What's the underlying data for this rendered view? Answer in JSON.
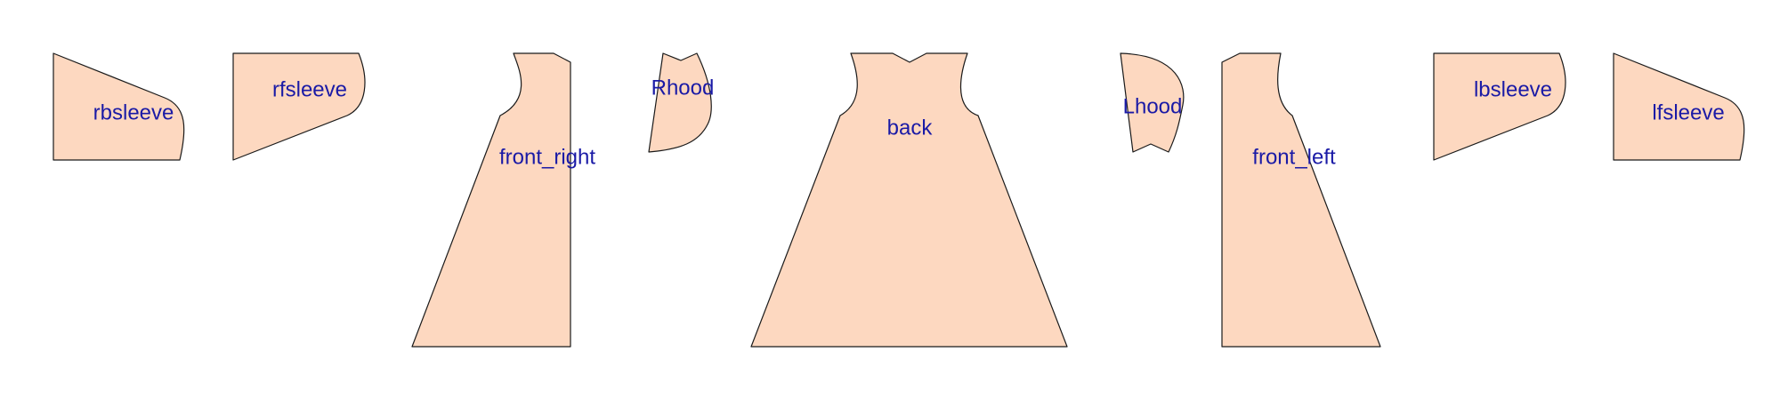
{
  "colors": {
    "piece_fill": "#fdd8c0",
    "piece_stroke": "#1a1a1a",
    "label_color": "#1a1aa6",
    "background": "#ffffff"
  },
  "pieces": {
    "rbsleeve": "rbsleeve",
    "rfsleeve": "rfsleeve",
    "front_right": "front_right",
    "rhood": "Rhood",
    "back": "back",
    "lhood": "Lhood",
    "front_left": "front_left",
    "lbsleeve": "lbsleeve",
    "lfsleeve": "lfsleeve"
  }
}
